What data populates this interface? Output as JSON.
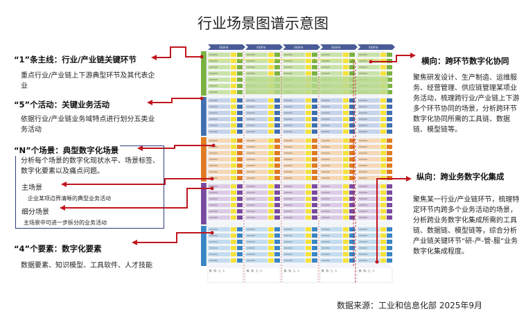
{
  "title": "行业场景图谱示意图",
  "left": {
    "mainline": {
      "heading": "“1”条主线：行业/产业链关键环节",
      "desc": "重点行业/产业链上下游典型环节及其代表企业"
    },
    "activities": {
      "heading": "“5”个活动：关键业务活动",
      "desc": "依据行业/产业链业务域特点进行划分五类业务活动"
    },
    "scenes": {
      "heading": "“N”个场景：典型数字化场景",
      "desc": "分析每个场景的数字化现状水平、场景标签、数字化要素以及痛点问题。",
      "main_scene": {
        "label": "主场景",
        "desc": "企业某项边界清晰的典型业务活动"
      },
      "sub_scene": {
        "label": "细分场景",
        "desc": "主场景中可进一步拆分的业务活动"
      }
    },
    "elements": {
      "heading": "“4”个要素：数字化要素",
      "desc": "数据要素、知识模型、工具软件、人才技能"
    }
  },
  "right": {
    "horizontal": {
      "heading": "横向：跨环节数字化协同",
      "desc": "聚焦研发设计、生产制造、运维服务、经营管理、供应链管理某项业务活动，梳理跨行业/产业链上下游多个环节协同的场景，分析跨环节数字化协同所需的工具链、数据链、模型链等。"
    },
    "vertical": {
      "heading": "纵向：跨业务数字化集成",
      "desc": "聚焦某一行业/产业链环节，梳理特定环节内跨多个业务活动的场景，分析跨业务数字化集成所需的工具链、数据链、模型链等，综合分析产业链关键环节“研-产-管-服”业务数字化集成程度。"
    }
  },
  "source": "数据来源：工业和信息化部 2025年9月",
  "colors": {
    "arrow": "#c0141c",
    "stage_bar": "#4a5c96",
    "box_border": "#2a3b7a",
    "bands": [
      "#7bb241",
      "#3f6fb0",
      "#e07b22",
      "#7a4aa0",
      "#3a86c5"
    ],
    "band_fills": [
      "#c9e3a8",
      "#c5d3eb",
      "#f6d7b6",
      "#dccbe6",
      "#c3dcef"
    ],
    "yellow": "#f5e23a"
  }
}
